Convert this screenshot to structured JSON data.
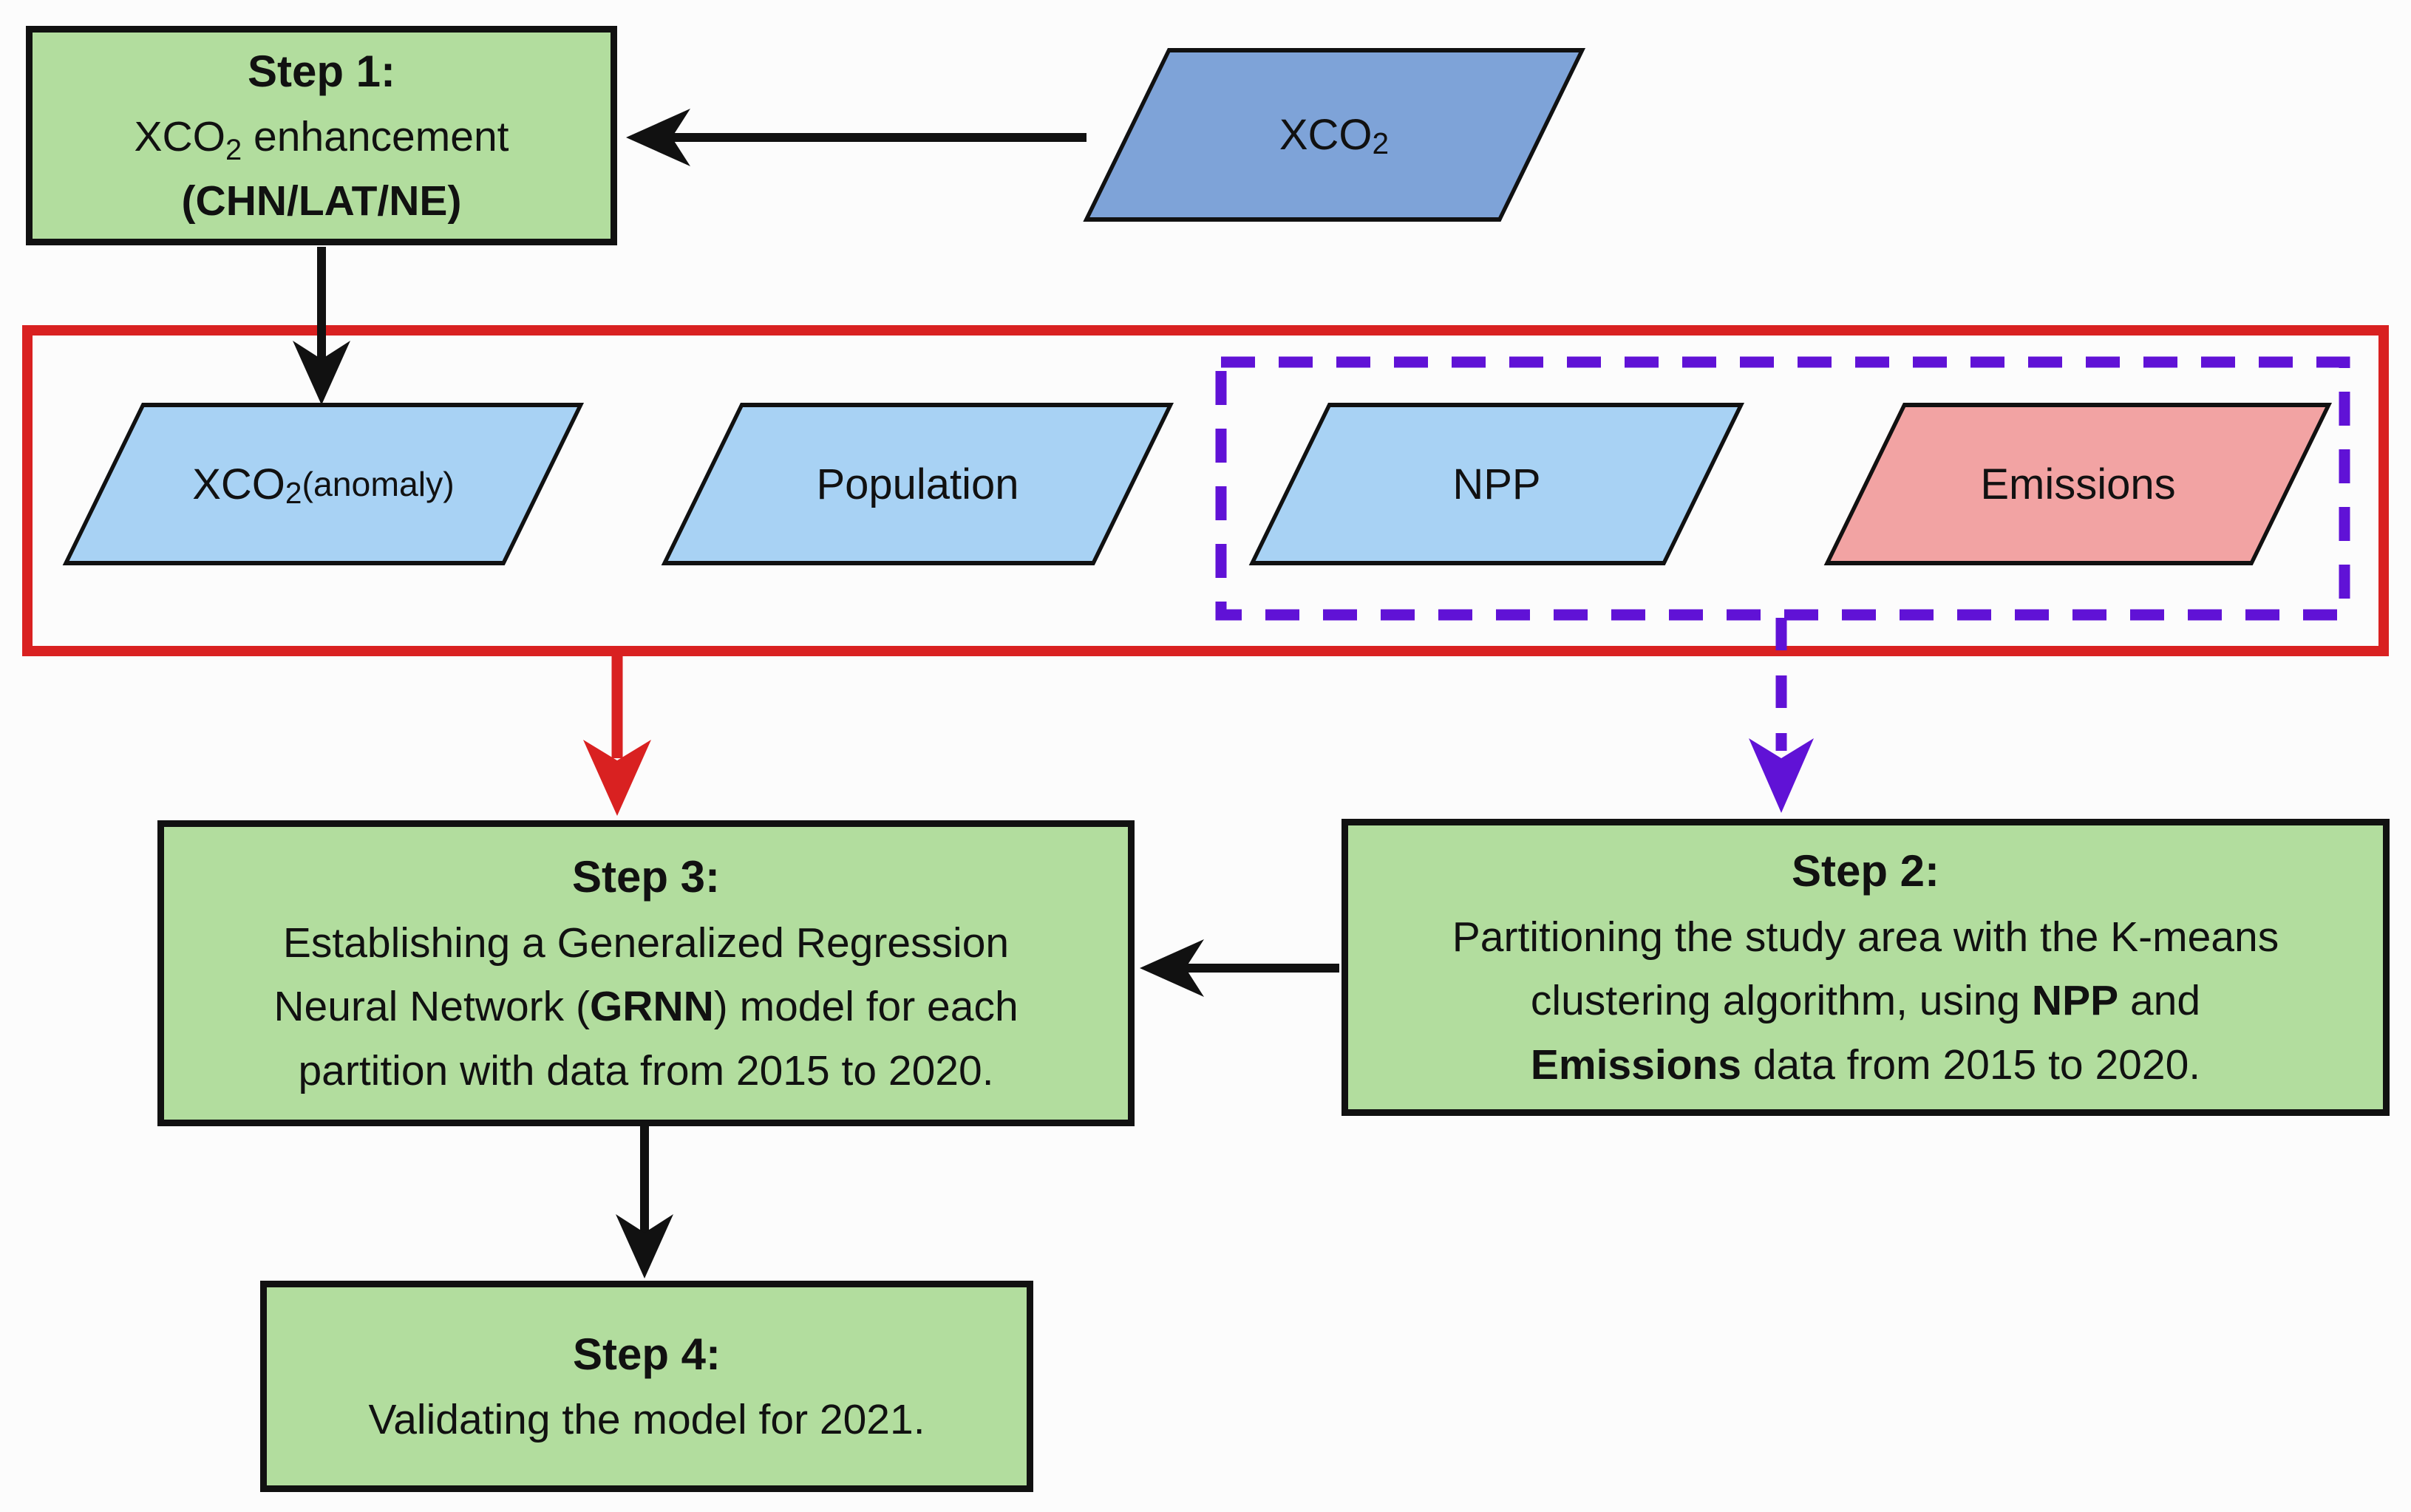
{
  "colors": {
    "green_fill": "#b2dd9e",
    "blue_fill": "#7ea3d8",
    "light_blue_fill": "#a8d2f4",
    "pink_fill": "#f2a3a3",
    "red_accent": "#d92121",
    "purple_accent": "#6012d6",
    "outline_black": "#111111",
    "background": "#fcfcfc"
  },
  "nodes": {
    "step1": {
      "heading": "Step 1:",
      "line2_parts": [
        {
          "t": "XCO"
        },
        {
          "t": "2",
          "sub": true
        },
        {
          "t": " enhancement"
        }
      ],
      "line3": "(CHN/LAT/NE)"
    },
    "xco2_input": {
      "label_parts": [
        {
          "t": "XCO"
        },
        {
          "t": "2",
          "sub": true
        }
      ]
    },
    "xco2_anomaly": {
      "label_parts": [
        {
          "t": "XCO"
        },
        {
          "t": "2",
          "sub": true
        },
        {
          "t": " (anomaly)",
          "small": true
        }
      ]
    },
    "population": {
      "label": "Population"
    },
    "npp": {
      "label": "NPP"
    },
    "emissions": {
      "label": "Emissions"
    },
    "step2": {
      "heading": "Step 2:",
      "body_parts": [
        {
          "t": "Partitioning the study area with the K-means"
        },
        {
          "br": true
        },
        {
          "t": "clustering algorithm, using "
        },
        {
          "t": "NPP",
          "b": true
        },
        {
          "t": " and"
        },
        {
          "br": true
        },
        {
          "t": "Emissions",
          "b": true
        },
        {
          "t": " data from 2015 to 2020."
        }
      ]
    },
    "step3": {
      "heading": "Step 3:",
      "body_parts": [
        {
          "t": "Establishing a Generalized Regression"
        },
        {
          "br": true
        },
        {
          "t": "Neural Network ("
        },
        {
          "t": "GRNN",
          "b": true
        },
        {
          "t": ") model for each"
        },
        {
          "br": true
        },
        {
          "t": "partition with data from 2015 to 2020."
        }
      ]
    },
    "step4": {
      "heading": "Step 4:",
      "body": "Validating the model for 2021."
    }
  }
}
